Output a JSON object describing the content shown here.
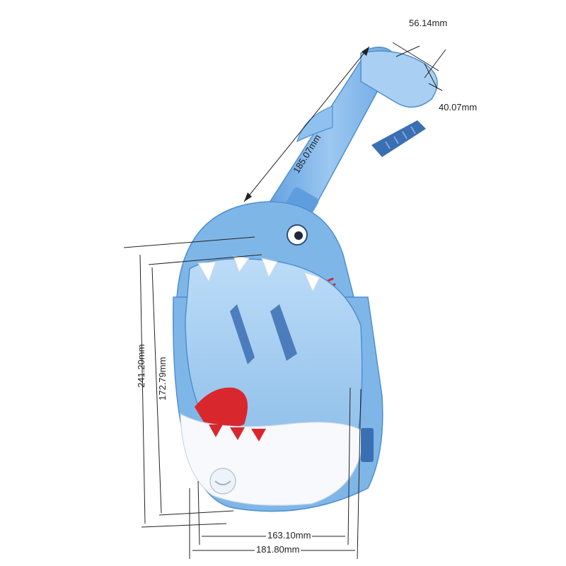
{
  "image": {
    "subject": "blue shark full-face snorkel mask",
    "colors": {
      "body_blue": "#7fb6e8",
      "light_blue": "#a9d0f3",
      "dark_blue": "#4f8fd0",
      "strap_blue": "#3b6fb3",
      "white": "#f7f9fc",
      "red": "#d8282e",
      "lens_tint": "#cfe6fb"
    }
  },
  "dimensions": {
    "strap_clip_width": "56.14mm",
    "tube_tip_width": "40.07mm",
    "snorkel_length": "185.07mm",
    "total_height": "241.20mm",
    "lens_height": "172.79mm",
    "lens_width": "163.10mm",
    "total_width": "181.80mm"
  }
}
